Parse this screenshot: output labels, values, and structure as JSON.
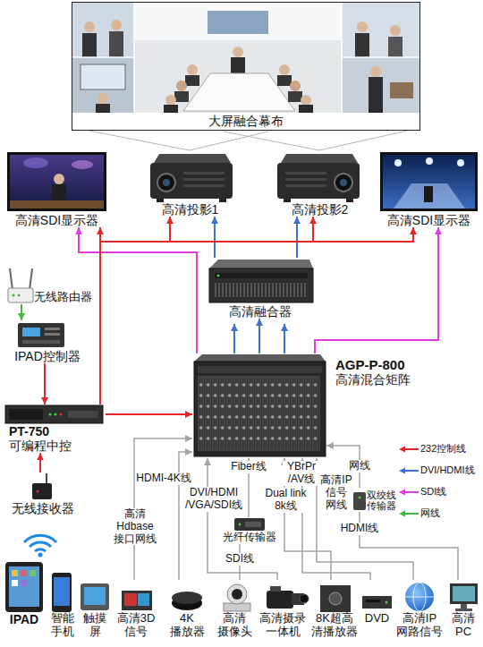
{
  "diagram": {
    "nodes": [
      {
        "text": [
          "大屏融合幕布"
        ]
      },
      {
        "text": [
          "高清SDI显示器"
        ]
      },
      {
        "text": [
          "高清投影1"
        ]
      },
      {
        "text": [
          "高清投影2"
        ]
      },
      {
        "text": [
          "高清SDI显示器"
        ]
      },
      {
        "text": [
          "无线路由器"
        ]
      },
      {
        "text": [
          "高清融合器"
        ]
      },
      {
        "text": [
          "IPAD控制器"
        ]
      },
      {
        "text": [
          "AGP-P-800",
          "高清混合矩阵"
        ]
      },
      {
        "text": [
          "PT-750",
          "可编程中控"
        ]
      },
      {
        "text": [
          "无线接收器"
        ]
      },
      {
        "text": [
          "光纤传输器"
        ]
      },
      {
        "text": [
          "双绞线 传输器"
        ]
      },
      {
        "text": [
          "IPAD"
        ]
      },
      {
        "text": [
          "智能 手机"
        ]
      },
      {
        "text": [
          "触摸 屏"
        ]
      },
      {
        "text": [
          "高清3D 信号"
        ]
      },
      {
        "text": [
          "4K 播放器"
        ]
      },
      {
        "text": [
          "高清 摄像头"
        ]
      },
      {
        "text": [
          "高清摄录 一体机"
        ]
      },
      {
        "text": [
          "8K超高 清播放器"
        ]
      },
      {
        "text": [
          "DVD"
        ]
      },
      {
        "text": [
          "高清IP 网路信号"
        ]
      },
      {
        "text": [
          "高清 PC"
        ]
      }
    ],
    "edges": [
      {
        "from": 2,
        "to": 0,
        "arrow": "none"
      },
      {
        "from": 3,
        "to": 0,
        "arrow": "none"
      },
      {
        "from": 6,
        "to": 2,
        "arrow": "to"
      },
      {
        "from": 6,
        "to": 3,
        "arrow": "to"
      },
      {
        "from": 8,
        "to": 6,
        "arrow": "to"
      },
      {
        "from": 8,
        "to": 1,
        "arrow": "to"
      },
      {
        "from": 8,
        "to": 4,
        "arrow": "to"
      },
      {
        "from": 9,
        "to": 1,
        "arrow": "to"
      },
      {
        "from": 9,
        "to": 2,
        "arrow": "to"
      },
      {
        "from": 9,
        "to": 3,
        "arrow": "to"
      },
      {
        "from": 9,
        "to": 4,
        "arrow": "to"
      },
      {
        "from": 5,
        "to": 7,
        "arrow": "to"
      },
      {
        "from": 7,
        "to": 9,
        "arrow": "to"
      },
      {
        "from": 10,
        "to": 9,
        "arrow": "to"
      },
      {
        "from": 9,
        "to": 8,
        "arrow": "to"
      },
      {
        "from": 16,
        "to": 8,
        "arrow": "to"
      },
      {
        "from": 17,
        "to": 8,
        "arrow": "to"
      },
      {
        "from": 18,
        "to": 11,
        "arrow": "none"
      },
      {
        "from": 11,
        "to": 8,
        "arrow": "to"
      },
      {
        "from": 19,
        "to": 8,
        "arrow": "to"
      },
      {
        "from": 20,
        "to": 8,
        "arrow": "to"
      },
      {
        "from": 21,
        "to": 8,
        "arrow": "to"
      },
      {
        "from": 22,
        "to": 8,
        "arrow": "to"
      },
      {
        "from": 23,
        "to": 12,
        "arrow": "none"
      },
      {
        "from": 12,
        "to": 8,
        "arrow": "to"
      }
    ],
    "labels": [
      "高清 Hdbase 接口网线",
      "HDMI-4K线",
      "DVI/HDMI /VGA/SDI线",
      "Fiber线",
      "SDI线",
      "Dual link 8k线",
      "YBrPr /AV线",
      "高清IP 信号 网线",
      "网线",
      "HDMI线"
    ],
    "legend": [
      {
        "text": "232控制线",
        "color": "#e4262b"
      },
      {
        "text": "DVI/HDMI线",
        "color": "#3d6fd6"
      },
      {
        "text": "SDI线",
        "color": "#e03ce0"
      },
      {
        "text": "网线",
        "color": "#3cb83c"
      }
    ]
  }
}
